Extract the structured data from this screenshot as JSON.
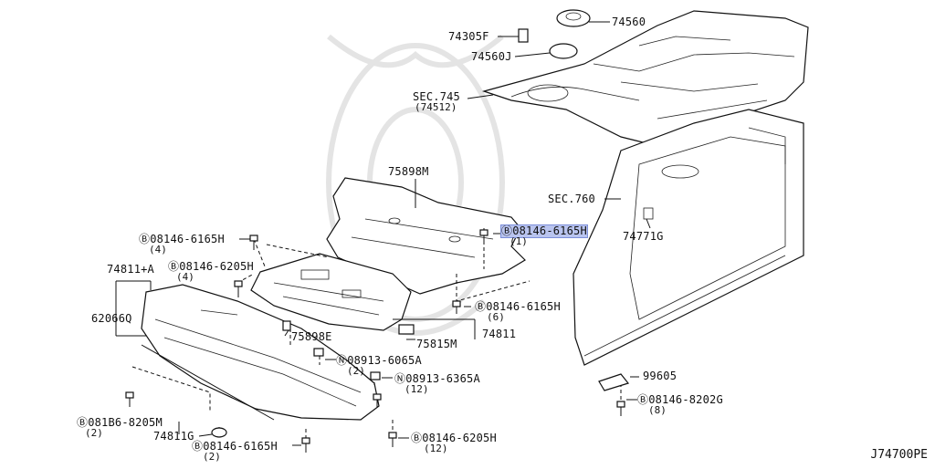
{
  "diagram_id": "J74700PE",
  "callouts": [
    {
      "id": "c1",
      "text": "74305F"
    },
    {
      "id": "c2",
      "text": "74560"
    },
    {
      "id": "c3",
      "text": "74560J"
    },
    {
      "id": "c4",
      "text": "SEC.745"
    },
    {
      "id": "c4q",
      "text": "(74512)"
    },
    {
      "id": "c5",
      "text": "75898M"
    },
    {
      "id": "c6",
      "text": "SEC.760"
    },
    {
      "id": "c7",
      "text": "Ⓑ08146-6165H",
      "highlight": true
    },
    {
      "id": "c7q",
      "text": "(1)"
    },
    {
      "id": "c8",
      "text": "74771G"
    },
    {
      "id": "c9",
      "text": "Ⓑ08146-6165H"
    },
    {
      "id": "c9q",
      "text": "(4)"
    },
    {
      "id": "c10",
      "text": "74811+A"
    },
    {
      "id": "c11",
      "text": "Ⓑ08146-6205H"
    },
    {
      "id": "c11q",
      "text": "(4)"
    },
    {
      "id": "c12",
      "text": "Ⓑ08146-6165H"
    },
    {
      "id": "c12q",
      "text": "(6)"
    },
    {
      "id": "c13",
      "text": "62066Q"
    },
    {
      "id": "c14",
      "text": "75898E"
    },
    {
      "id": "c15",
      "text": "75815M"
    },
    {
      "id": "c16",
      "text": "74811"
    },
    {
      "id": "c17",
      "text": "Ⓝ08913-6065A"
    },
    {
      "id": "c17q",
      "text": "(2)"
    },
    {
      "id": "c18",
      "text": "Ⓝ08913-6365A"
    },
    {
      "id": "c18q",
      "text": "(12)"
    },
    {
      "id": "c19",
      "text": "99605"
    },
    {
      "id": "c20",
      "text": "Ⓑ08146-8202G"
    },
    {
      "id": "c20q",
      "text": "(8)"
    },
    {
      "id": "c21",
      "text": "Ⓑ081B6-8205M"
    },
    {
      "id": "c21q",
      "text": "(2)"
    },
    {
      "id": "c22",
      "text": "74811G"
    },
    {
      "id": "c23",
      "text": "Ⓑ08146-6205H"
    },
    {
      "id": "c23q",
      "text": "(12)"
    },
    {
      "id": "c24",
      "text": "Ⓑ08146-6165H"
    },
    {
      "id": "c24q",
      "text": "(2)"
    }
  ]
}
